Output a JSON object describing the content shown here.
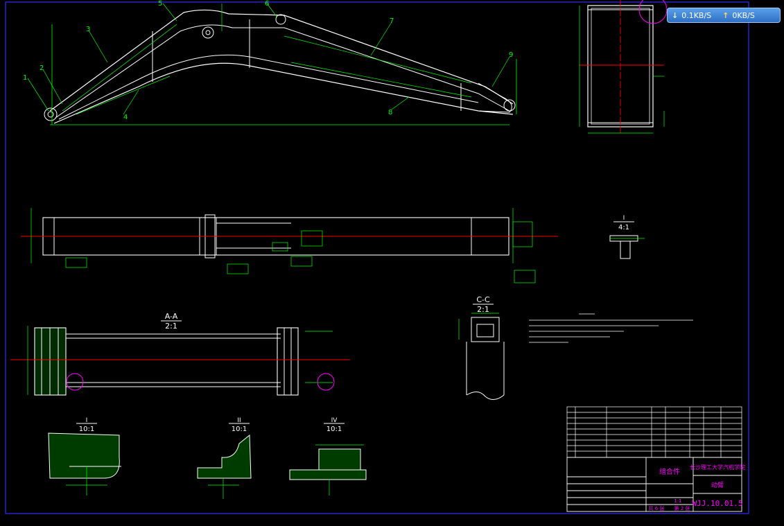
{
  "netmonitor": {
    "down_value": "0.1KB/S",
    "up_value": "0KB/S"
  },
  "drawing": {
    "callouts": [
      "1",
      "2",
      "3",
      "4",
      "5",
      "6",
      "7",
      "8",
      "9"
    ],
    "section_aa": {
      "label": "A-A",
      "scale": "2:1"
    },
    "section_cc": {
      "label": "C-C",
      "scale": "2:1"
    },
    "detail_i_top": {
      "label": "I",
      "scale": "4:1"
    },
    "detail_1": {
      "label": "I",
      "scale": "10:1"
    },
    "detail_2": {
      "label": "II",
      "scale": "10:1"
    },
    "detail_3": {
      "label": "IV",
      "scale": "10:1"
    },
    "title_block": {
      "assembly_name": "组合件",
      "school": "长沙理工大学汽机学院",
      "part_name": "动臂",
      "drawing_no": "WJJ.10.01.5",
      "scale_value": "1:1",
      "sheet_total": "共 6 张",
      "sheet_no": "第 2 张"
    }
  },
  "colors": {
    "background": "#000000",
    "outline": "#ffffff",
    "dimension": "#00ff00",
    "centerline": "#ff0000",
    "callout": "#ff00ff",
    "border": "#0000ff"
  }
}
